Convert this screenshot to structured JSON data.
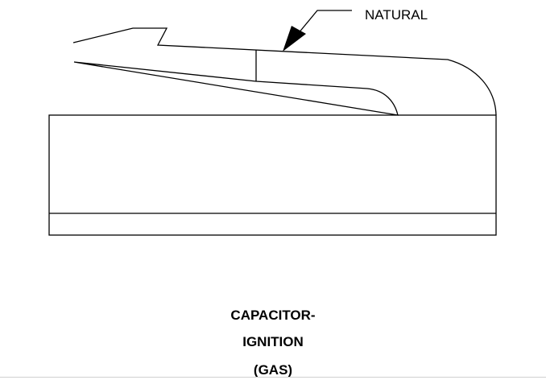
{
  "callout": {
    "label": "NATURAL"
  },
  "caption": {
    "line1": "CAPACITOR-",
    "line2": "IGNITION",
    "line3": "(GAS)"
  },
  "colors": {
    "ink": "#000000",
    "background": "#ffffff",
    "rule": "#cfcfcf"
  }
}
